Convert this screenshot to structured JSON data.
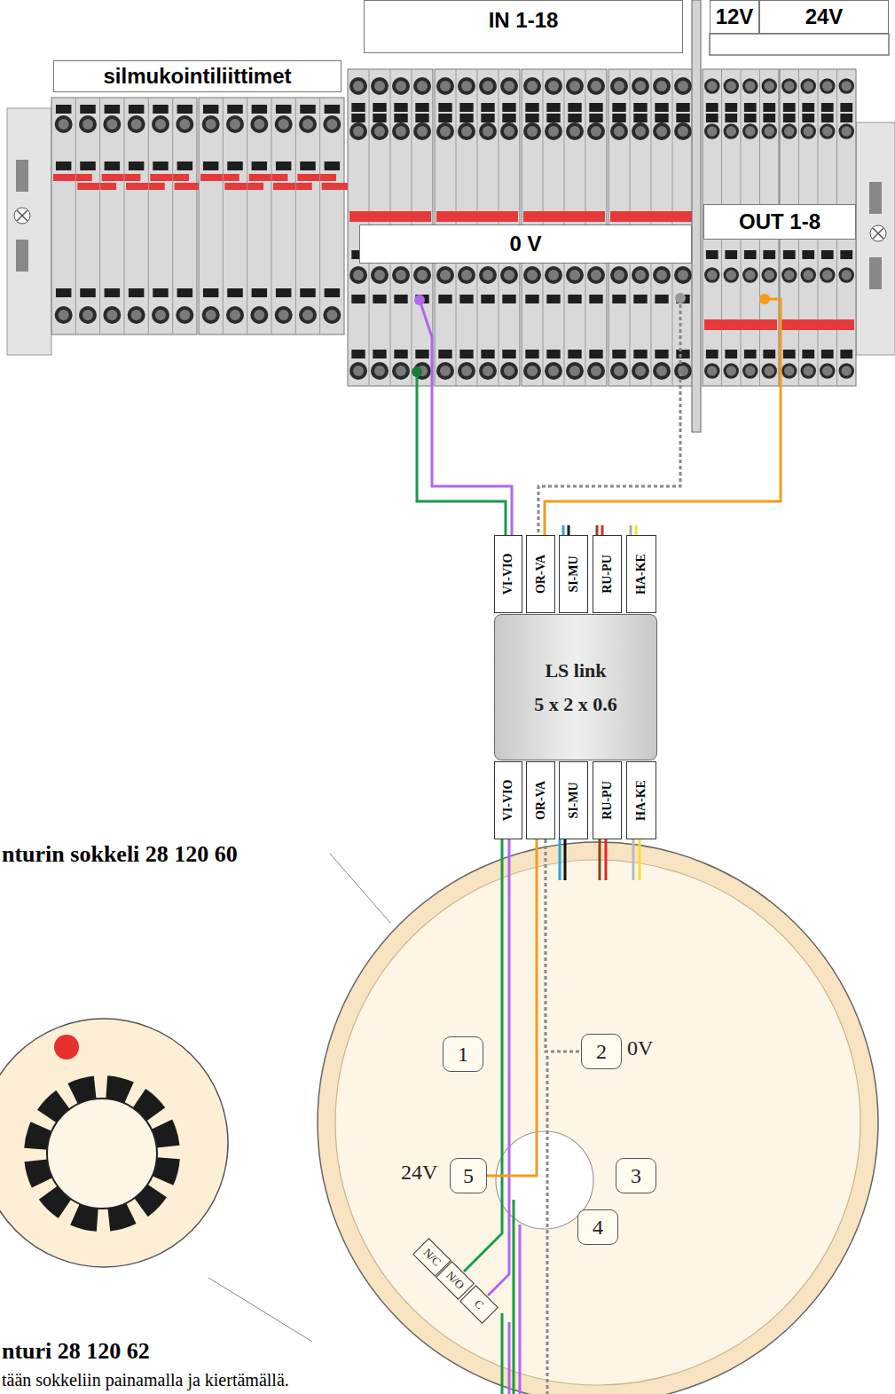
{
  "diagram": {
    "nodes": [
      {
        "text": [
          "silmukointiliittimet"
        ]
      },
      {
        "text": [
          "IN 1-18"
        ]
      },
      {
        "text": [
          "12V"
        ]
      },
      {
        "text": [
          "24V"
        ]
      },
      {
        "text": [
          "0 V"
        ]
      },
      {
        "text": [
          "OUT 1-8"
        ]
      },
      {
        "text": [
          "VI-VIO"
        ]
      },
      {
        "text": [
          "OR-VA"
        ]
      },
      {
        "text": [
          "SI-MU"
        ]
      },
      {
        "text": [
          "RU-PU"
        ]
      },
      {
        "text": [
          "HA-KE"
        ]
      },
      {
        "text": [
          "LS link",
          "5 x 2 x 0.6"
        ]
      },
      {
        "text": [
          "VI-VIO"
        ]
      },
      {
        "text": [
          "OR-VA"
        ]
      },
      {
        "text": [
          "SI-MU"
        ]
      },
      {
        "text": [
          "RU-PU"
        ]
      },
      {
        "text": [
          "HA-KE"
        ]
      },
      {
        "text": [
          "1"
        ]
      },
      {
        "text": [
          "2"
        ]
      },
      {
        "text": [
          "3"
        ]
      },
      {
        "text": [
          "4"
        ]
      },
      {
        "text": [
          "5"
        ]
      },
      {
        "text": [
          "N/C"
        ]
      },
      {
        "text": [
          "N/O"
        ]
      },
      {
        "text": [
          "C"
        ]
      }
    ],
    "edges": [
      {
        "from": 12,
        "to": 23,
        "arrow": "none"
      },
      {
        "from": 12,
        "to": 24,
        "arrow": "none"
      },
      {
        "from": 13,
        "to": 21,
        "arrow": "none"
      },
      {
        "from": 13,
        "to": 18,
        "arrow": "none"
      }
    ],
    "labels": [
      "0V",
      "24V",
      "nturin sokkeli 28 120 60",
      "nturi 28 120 62",
      "tään sokkeliin painamalla ja kiertämällä."
    ]
  }
}
